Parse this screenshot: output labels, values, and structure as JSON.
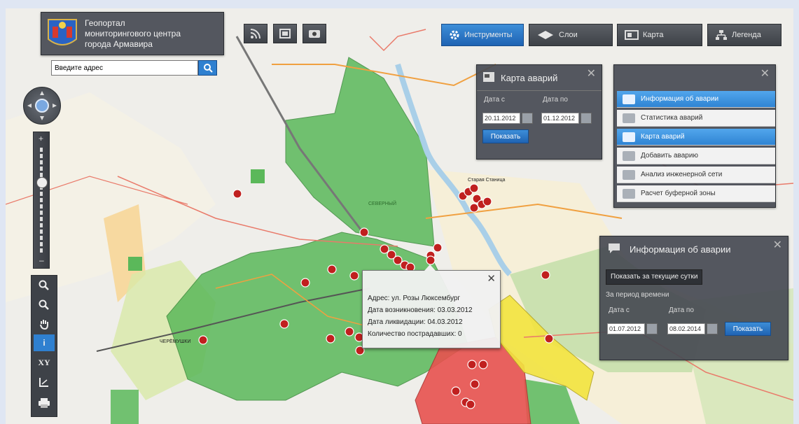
{
  "app": {
    "title": "Геопортал мониторингового центра города Армавира",
    "title_lines": [
      "Геопортал",
      "мониторингового центра",
      "города Армавира"
    ]
  },
  "search": {
    "value": "Введите адрес"
  },
  "top_icons": [
    {
      "name": "rss-icon"
    },
    {
      "name": "print-map-icon"
    },
    {
      "name": "screenshot-icon"
    }
  ],
  "toolbar": {
    "tools_label": "Инструменты",
    "layers_label": "Слои",
    "map_label": "Карта",
    "legend_label": "Легенда"
  },
  "left_tools": {
    "info_label": "i",
    "xy_label": "XY"
  },
  "accident_map": {
    "title": "Карта аварий",
    "date_from_label": "Дата с",
    "date_to_label": "Дата по",
    "date_from": "20.11.2012",
    "date_to": "01.12.2012",
    "show_button": "Показать"
  },
  "menu": {
    "items": [
      {
        "label": "Информация об аварии",
        "active": true
      },
      {
        "label": "Статистика аварий",
        "active": false
      },
      {
        "label": "Карта аварий",
        "active": true
      },
      {
        "label": "Добавить аварию",
        "active": false
      },
      {
        "label": "Анализ инженерной сети",
        "active": false
      },
      {
        "label": "Расчет буферной зоны",
        "active": false
      }
    ]
  },
  "accident_info": {
    "title": "Информация об аварии",
    "show_today_button": "Показать за текущие сутки",
    "period_label": "За период времени",
    "date_from_label": "Дата с",
    "date_to_label": "Дата по",
    "date_from": "01.07.2012",
    "date_to": "08.02.2014",
    "show_button": "Показать"
  },
  "popup": {
    "rows": [
      "Адрес:  ул. Розы Люксембург",
      "Дата возникновения:  03.03.2012",
      "Дата ликвидации:  04.03.2012",
      "Количество пострадавших:  0"
    ]
  },
  "map_labels": [
    "Старая Станица",
    "СЕВЕРНЫЙ",
    "ЧЕРЁМУШКИ"
  ],
  "colors": {
    "accent": "#2f80d0",
    "panel": "#464a52",
    "green_zone": "#5bb85a",
    "red_zone": "#e8524f",
    "yellow_zone": "#f3e43f",
    "marker": "#c0201f"
  }
}
